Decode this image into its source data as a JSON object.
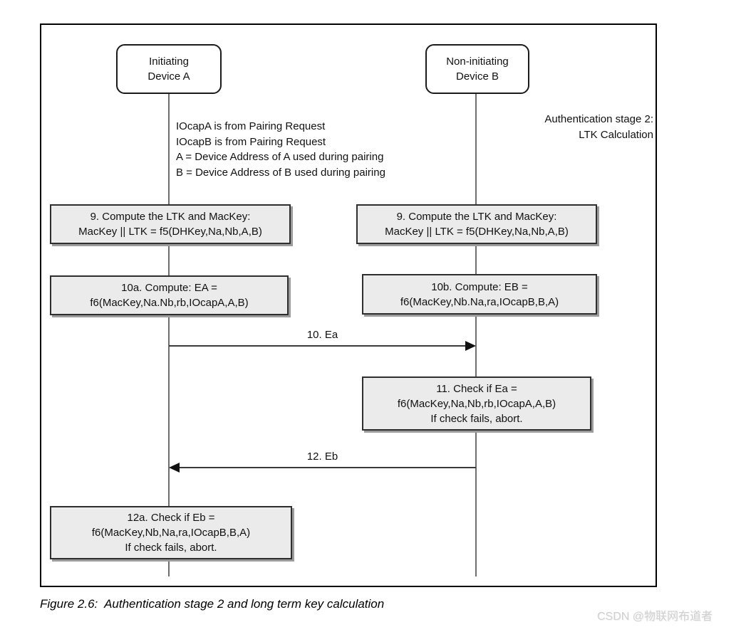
{
  "figure": {
    "stage_label_lines": [
      "Authentication stage 2:",
      "LTK Calculation"
    ],
    "actors": [
      {
        "line1": "Initiating",
        "line2": "Device A"
      },
      {
        "line1": "Non-initiating",
        "line2": "Device B"
      }
    ],
    "notes": [
      "IOcapA is from Pairing Request",
      "IOcapB is from Pairing Request",
      "A = Device Address of A used during pairing",
      "B = Device Address of B used during pairing"
    ],
    "process_boxes": [
      {
        "id": "9a",
        "lines": [
          "9. Compute the LTK and MacKey:",
          "MacKey || LTK = f5(DHKey,Na,Nb,A,B)"
        ]
      },
      {
        "id": "9b",
        "lines": [
          "9. Compute the LTK and MacKey:",
          "MacKey || LTK = f5(DHKey,Na,Nb,A,B)"
        ]
      },
      {
        "id": "10a",
        "lines": [
          "10a. Compute: EA =",
          "f6(MacKey,Na.Nb,rb,IOcapA,A,B)"
        ]
      },
      {
        "id": "10b",
        "lines": [
          "10b. Compute: EB =",
          "f6(MacKey,Nb.Na,ra,IOcapB,B,A)"
        ]
      },
      {
        "id": "11",
        "lines": [
          "11. Check if Ea =",
          "f6(MacKey,Na,Nb,rb,IOcapA,A,B)",
          "If check fails, abort."
        ]
      },
      {
        "id": "12a",
        "lines": [
          "12a. Check if Eb =",
          "f6(MacKey,Nb,Na,ra,IOcapB,B,A)",
          "If check fails, abort."
        ]
      }
    ],
    "messages": [
      {
        "label": "10. Ea",
        "direction": "a-to-b"
      },
      {
        "label": "12. Eb",
        "direction": "b-to-a"
      }
    ],
    "caption": "Figure 2.6:  Authentication stage 2 and long term key calculation"
  },
  "watermark": "CSDN @物联网布道者",
  "colors": {
    "frame_border": "#000000",
    "box_fill": "#ebebeb",
    "box_border": "#2e2e2e",
    "box_shadow": "#9c9c9c",
    "lifeline": "#6e6e6e",
    "arrow": "#111111",
    "watermark": "#d0d0d0"
  }
}
